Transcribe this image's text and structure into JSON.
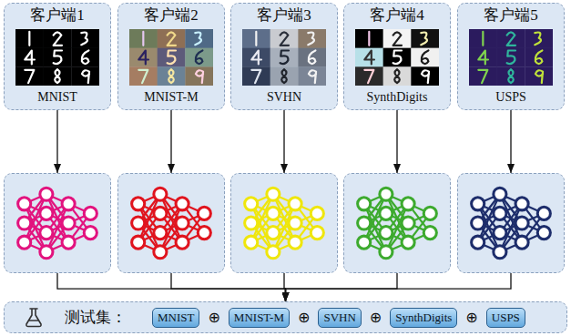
{
  "diagram": {
    "nodes": [
      {
        "text": [
          "客户端1",
          "MNIST"
        ]
      },
      {
        "text": [
          "客户端2",
          "MNIST-M"
        ]
      },
      {
        "text": [
          "客户端3",
          "SVHN"
        ]
      },
      {
        "text": [
          "客户端4",
          "SynthDigits"
        ]
      },
      {
        "text": [
          "客户端5",
          "USPS"
        ]
      },
      {
        "text": []
      },
      {
        "text": []
      },
      {
        "text": []
      },
      {
        "text": []
      },
      {
        "text": []
      },
      {
        "text": [
          "测试集："
        ]
      },
      {
        "text": [
          "MNIST"
        ],
        "in": 10
      },
      {
        "text": [
          "MNIST-M"
        ],
        "in": 10
      },
      {
        "text": [
          "SVHN"
        ],
        "in": 10
      },
      {
        "text": [
          "SynthDigits"
        ],
        "in": 10
      },
      {
        "text": [
          "USPS"
        ],
        "in": 10
      }
    ],
    "edges": [
      {
        "from": 0,
        "to": 5,
        "arrow": "to"
      },
      {
        "from": 1,
        "to": 6,
        "arrow": "to"
      },
      {
        "from": 2,
        "to": 7,
        "arrow": "to"
      },
      {
        "from": 3,
        "to": 8,
        "arrow": "to"
      },
      {
        "from": 4,
        "to": 9,
        "arrow": "to"
      },
      {
        "from": 5,
        "to": 10,
        "arrow": "to"
      },
      {
        "from": 6,
        "to": 10,
        "arrow": "to"
      },
      {
        "from": 7,
        "to": 10,
        "arrow": "to"
      },
      {
        "from": 8,
        "to": 10,
        "arrow": "to"
      },
      {
        "from": 9,
        "to": 10,
        "arrow": "to"
      }
    ],
    "labels": [
      "⊕",
      "⊕",
      "⊕",
      "⊕"
    ]
  }
}
